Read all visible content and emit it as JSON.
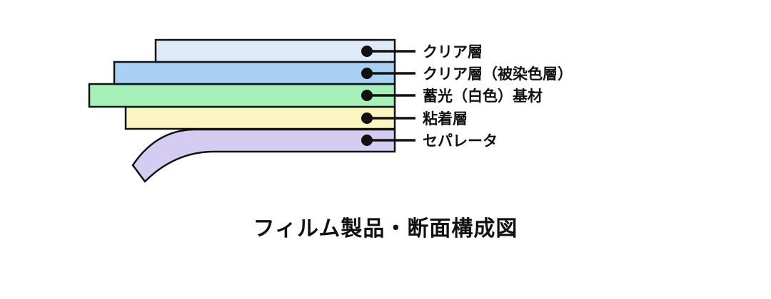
{
  "layers": [
    {
      "label": "クリア層",
      "color": "#ddeaf7"
    },
    {
      "label": "クリア層（被染色層）",
      "color": "#a7d0f3"
    },
    {
      "label": "蓄光（白色）基材",
      "color": "#a6f1b9"
    },
    {
      "label": "粘着層",
      "color": "#fbf6c1"
    },
    {
      "label": "セパレータ",
      "color": "#d5cdf1"
    }
  ],
  "caption": "フィルム製品・断面構成図"
}
